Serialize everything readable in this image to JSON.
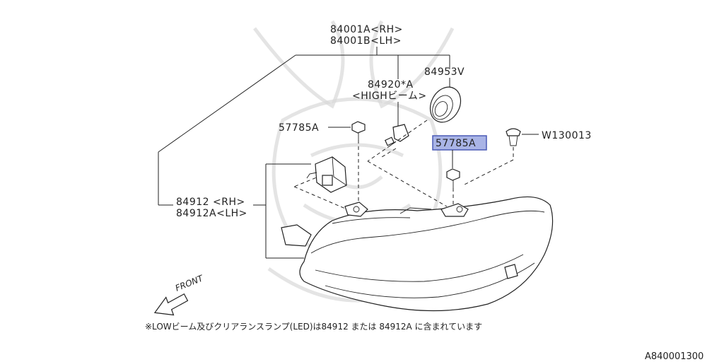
{
  "labels": {
    "headlamp_rh": "84001A<RH>",
    "headlamp_lh": "84001B<LH>",
    "bulb_part": "84920*A",
    "bulb_desc": "<HIGHビーム>",
    "cover_part": "84953V",
    "screw_left": "57785A",
    "screw_right": "57785A",
    "clip_part": "W130013",
    "unit_rh": "84912 <RH>",
    "unit_lh": "84912A<LH>",
    "front": "FRONT"
  },
  "note": "※LOWビーム及びクリアランスランプ(LED)は84912 または 84912A に含まれています",
  "diagram_id": "A840001300",
  "colors": {
    "highlight_fill": "#a9b4e6",
    "highlight_stroke": "#4b5bb5",
    "line": "#222222"
  }
}
